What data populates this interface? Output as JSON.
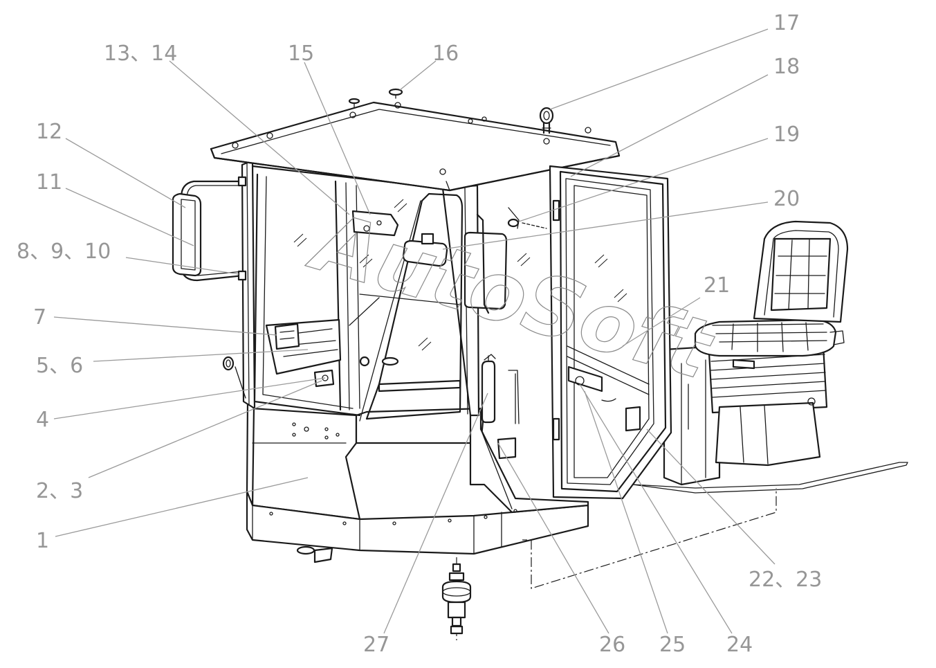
{
  "diagram": {
    "watermark": "AutoSoft",
    "callouts": [
      {
        "id": "c17",
        "text": "17"
      },
      {
        "id": "c13-14",
        "text": "13、14"
      },
      {
        "id": "c15",
        "text": "15"
      },
      {
        "id": "c16",
        "text": "16"
      },
      {
        "id": "c18",
        "text": "18"
      },
      {
        "id": "c12",
        "text": "12"
      },
      {
        "id": "c19",
        "text": "19"
      },
      {
        "id": "c11",
        "text": "11"
      },
      {
        "id": "c20",
        "text": "20"
      },
      {
        "id": "c8-9-10",
        "text": "8、9、10"
      },
      {
        "id": "c21",
        "text": "21"
      },
      {
        "id": "c7",
        "text": "7"
      },
      {
        "id": "c5-6",
        "text": "5、6"
      },
      {
        "id": "c4",
        "text": "4"
      },
      {
        "id": "c2-3",
        "text": "2、3"
      },
      {
        "id": "c1",
        "text": "1"
      },
      {
        "id": "c22-23",
        "text": "22、23"
      },
      {
        "id": "c27",
        "text": "27"
      },
      {
        "id": "c26",
        "text": "26"
      },
      {
        "id": "c25",
        "text": "25"
      },
      {
        "id": "c24",
        "text": "24"
      }
    ]
  },
  "colors": {
    "line": "#1a1a1a",
    "callout_text": "#969696",
    "leader": "#9a9a9a",
    "watermark": "#8a8a8a",
    "background": "#ffffff"
  }
}
